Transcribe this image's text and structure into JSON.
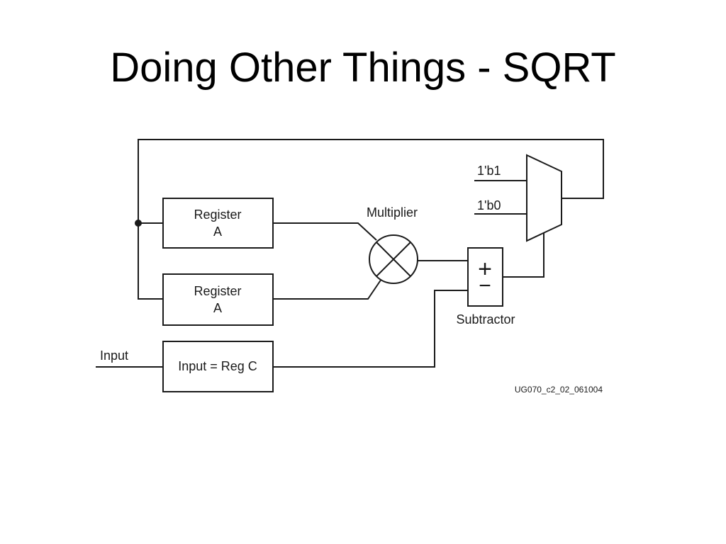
{
  "slide": {
    "title": "Doing Other Things - SQRT"
  },
  "diagram": {
    "register_top": {
      "line1": "Register",
      "line2": "A"
    },
    "register_bottom": {
      "line1": "Register",
      "line2": "A"
    },
    "input_reg": {
      "label": "Input = Reg C"
    },
    "input_label": "Input",
    "multiplier_label": "Multiplier",
    "subtractor_label": "Subtractor",
    "subtractor_symbol_plus": "+",
    "subtractor_symbol_minus": "−",
    "mux_input_1": "1'b1",
    "mux_input_0": "1'b0",
    "figure_id": "UG070_c2_02_061004"
  }
}
